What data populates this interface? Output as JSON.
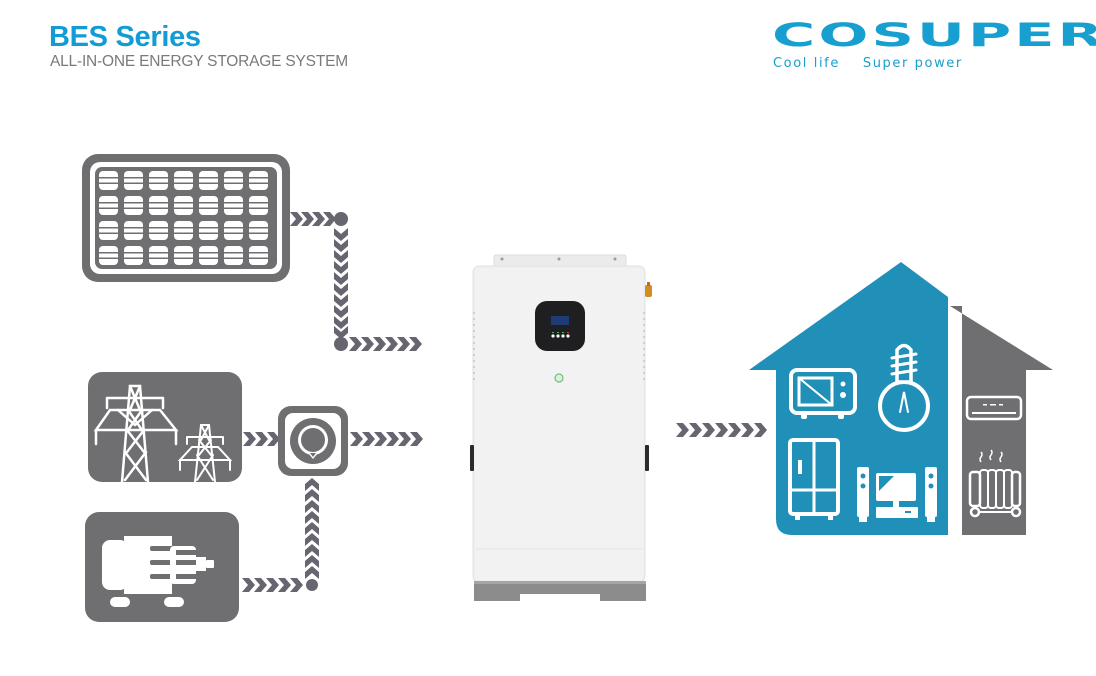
{
  "header": {
    "title": "BES Series",
    "subtitle": "ALL-IN-ONE ENERGY STORAGE SYSTEM"
  },
  "logo": {
    "brand": "COSUPER",
    "tagline": "Cool life    Super power"
  },
  "colors": {
    "brand_blue": "#129bd5",
    "house_blue": "#2190b8",
    "icon_gray": "#6f6f72",
    "arrow_gray": "#666570",
    "unit_white": "#f0f0f0",
    "unit_base": "#8a8a8a"
  },
  "diagram": {
    "sources": [
      {
        "name": "solar-panel-icon"
      },
      {
        "name": "power-grid-icon"
      },
      {
        "name": "generator-icon"
      }
    ],
    "hub": {
      "name": "ats-switch-icon"
    },
    "unit": {
      "name": "all-in-one-energy-storage-unit"
    },
    "loads_main": [
      {
        "name": "microwave-icon"
      },
      {
        "name": "light-bulb-icon"
      },
      {
        "name": "refrigerator-icon"
      },
      {
        "name": "tv-speakers-icon"
      }
    ],
    "loads_backup": [
      {
        "name": "air-conditioner-icon"
      },
      {
        "name": "radiator-heater-icon"
      }
    ]
  }
}
